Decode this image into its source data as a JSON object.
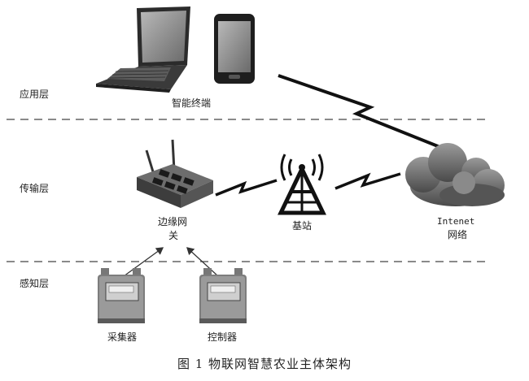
{
  "layers": {
    "application": "应用层",
    "transport": "传输层",
    "perception": "感知层"
  },
  "nodes": {
    "smart_terminal": "智能终端",
    "edge_gateway_line1": "边缘网",
    "edge_gateway_line2": "关",
    "base_station": "基站",
    "internet_line1": "Intenet",
    "internet_line2": "网络",
    "collector": "采集器",
    "controller": "控制器"
  },
  "caption": "图 1  物联网智慧农业主体架构"
}
